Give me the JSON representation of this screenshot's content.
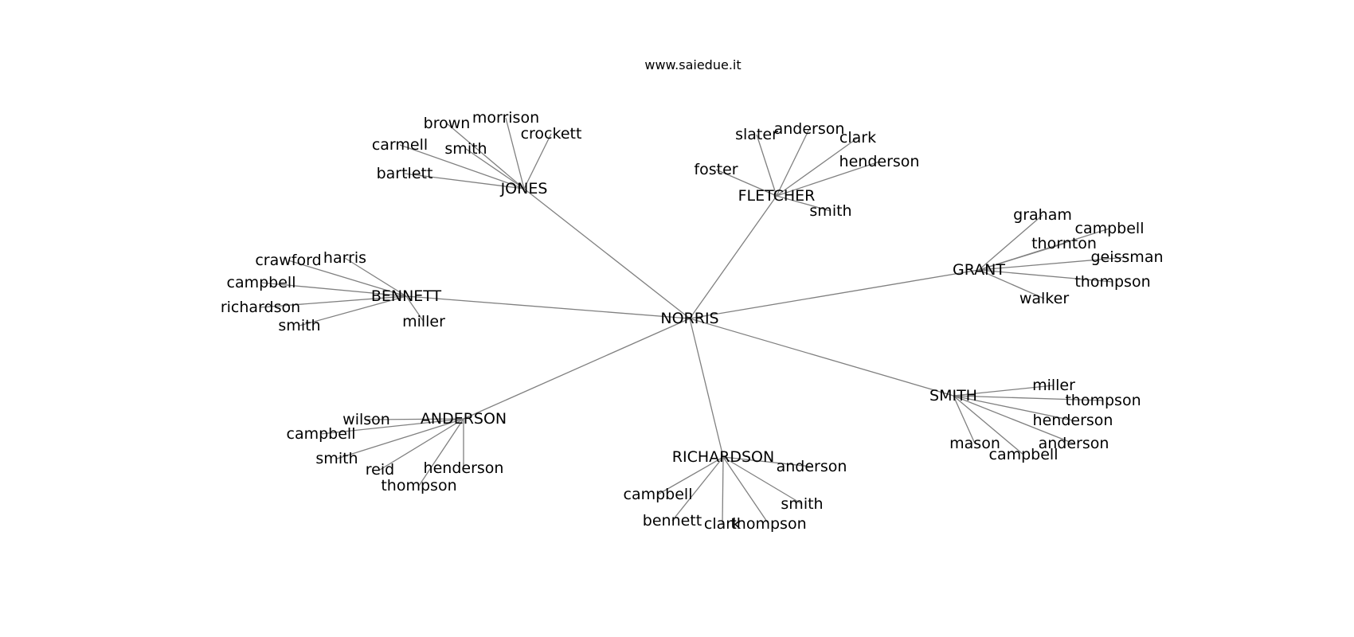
{
  "title": "www.saiedue.it",
  "edge_color": "#808080",
  "text_color": "#000000",
  "center": "NORRIS",
  "clusters": [
    {
      "hub": "JONES",
      "leaves": [
        "brown",
        "morrison",
        "crockett",
        "carmell",
        "smith",
        "bartlett"
      ]
    },
    {
      "hub": "FLETCHER",
      "leaves": [
        "slater",
        "anderson",
        "clark",
        "henderson",
        "foster",
        "smith"
      ]
    },
    {
      "hub": "GRANT",
      "leaves": [
        "graham",
        "campbell",
        "thornton",
        "geissman",
        "thompson",
        "walker"
      ]
    },
    {
      "hub": "BENNETT",
      "leaves": [
        "crawford",
        "harris",
        "campbell",
        "richardson",
        "smith",
        "miller"
      ]
    },
    {
      "hub": "ANDERSON",
      "leaves": [
        "wilson",
        "campbell",
        "smith",
        "reid",
        "henderson",
        "thompson"
      ]
    },
    {
      "hub": "RICHARDSON",
      "leaves": [
        "anderson",
        "campbell",
        "smith",
        "bennett",
        "clark",
        "thompson"
      ]
    },
    {
      "hub": "SMITH",
      "leaves": [
        "miller",
        "thompson",
        "henderson",
        "anderson",
        "mason",
        "campbell"
      ]
    }
  ]
}
